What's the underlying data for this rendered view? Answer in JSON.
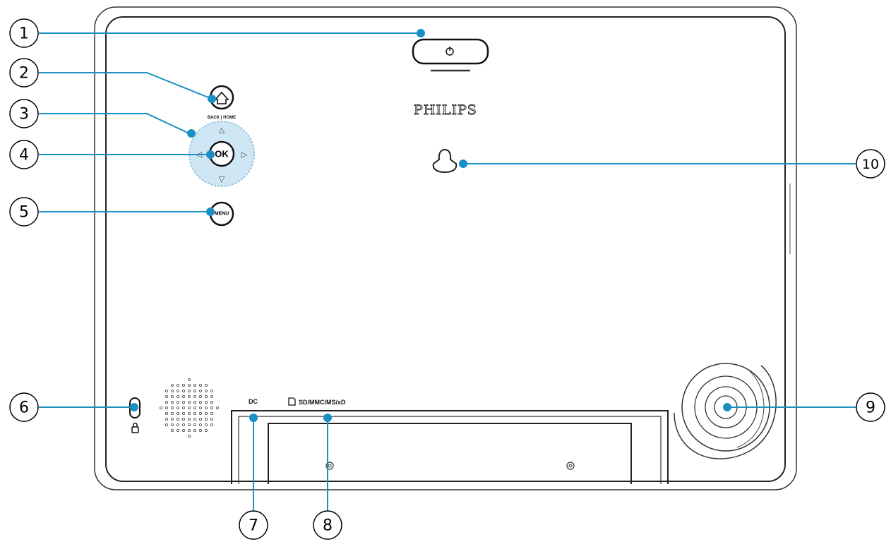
{
  "device": {
    "brand": "PHILIPS",
    "power_caption": "",
    "home_caption": "BACK | HOME",
    "menu_label": "MENU",
    "dc_label": "DC",
    "card_label": "SD/MMC/MS/xD"
  },
  "callouts": [
    {
      "number": "1",
      "name": "power-button-callout"
    },
    {
      "number": "2",
      "name": "home-button-callout"
    },
    {
      "number": "3",
      "name": "navigation-pad-callout"
    },
    {
      "number": "4",
      "name": "ok-button-callout"
    },
    {
      "number": "5",
      "name": "menu-button-callout"
    },
    {
      "number": "6",
      "name": "kensington-lock-callout"
    },
    {
      "number": "7",
      "name": "dc-socket-callout"
    },
    {
      "number": "8",
      "name": "card-slot-callout"
    },
    {
      "number": "9",
      "name": "stand-hole-callout"
    },
    {
      "number": "10",
      "name": "wall-mount-hole-callout"
    }
  ],
  "colors": {
    "accent": "#1a8fc4",
    "outline": "#222222",
    "pad_fill": "#cfe6f4"
  }
}
